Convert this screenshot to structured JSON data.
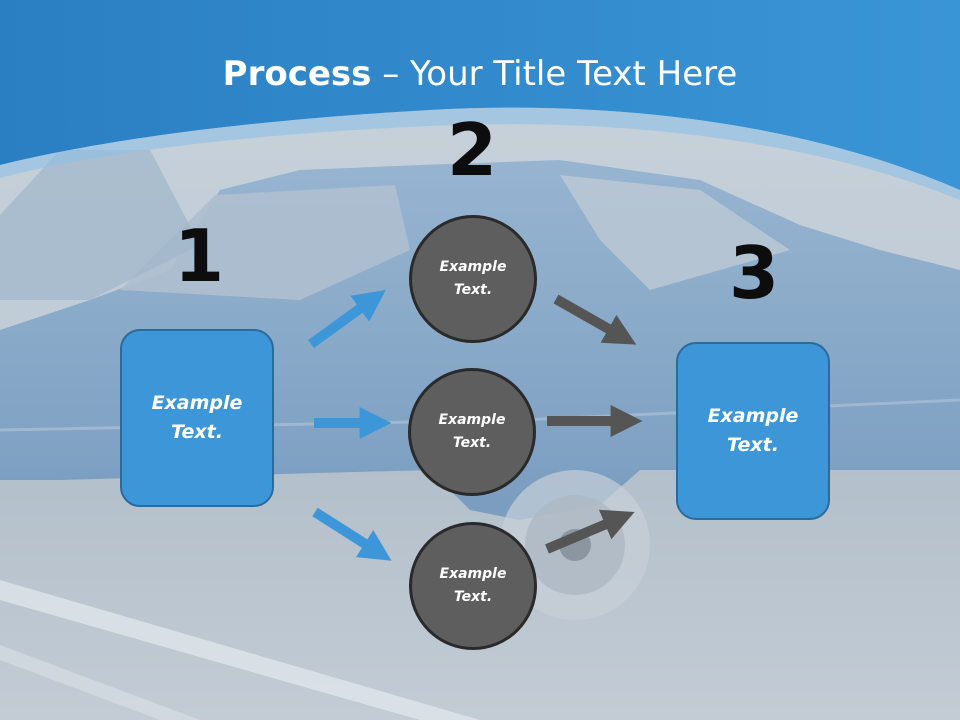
{
  "title": {
    "bold": "Process",
    "dash": " – ",
    "rest": "Your Title Text Here"
  },
  "steps": [
    {
      "number": "1",
      "label_line1": "Example",
      "label_line2": "Text."
    },
    {
      "number": "2"
    },
    {
      "number": "3",
      "label_line1": "Example",
      "label_line2": "Text."
    }
  ],
  "circles": [
    {
      "line1": "Example",
      "line2": "Text."
    },
    {
      "line1": "Example",
      "line2": "Text."
    },
    {
      "line1": "Example",
      "line2": "Text."
    }
  ],
  "colors": {
    "header_blue": "#2f86c9",
    "box_blue": "#3d96d8",
    "circle_gray": "#5e5e5e",
    "arrow_blue": "#3d96d8",
    "arrow_gray": "#555555"
  }
}
